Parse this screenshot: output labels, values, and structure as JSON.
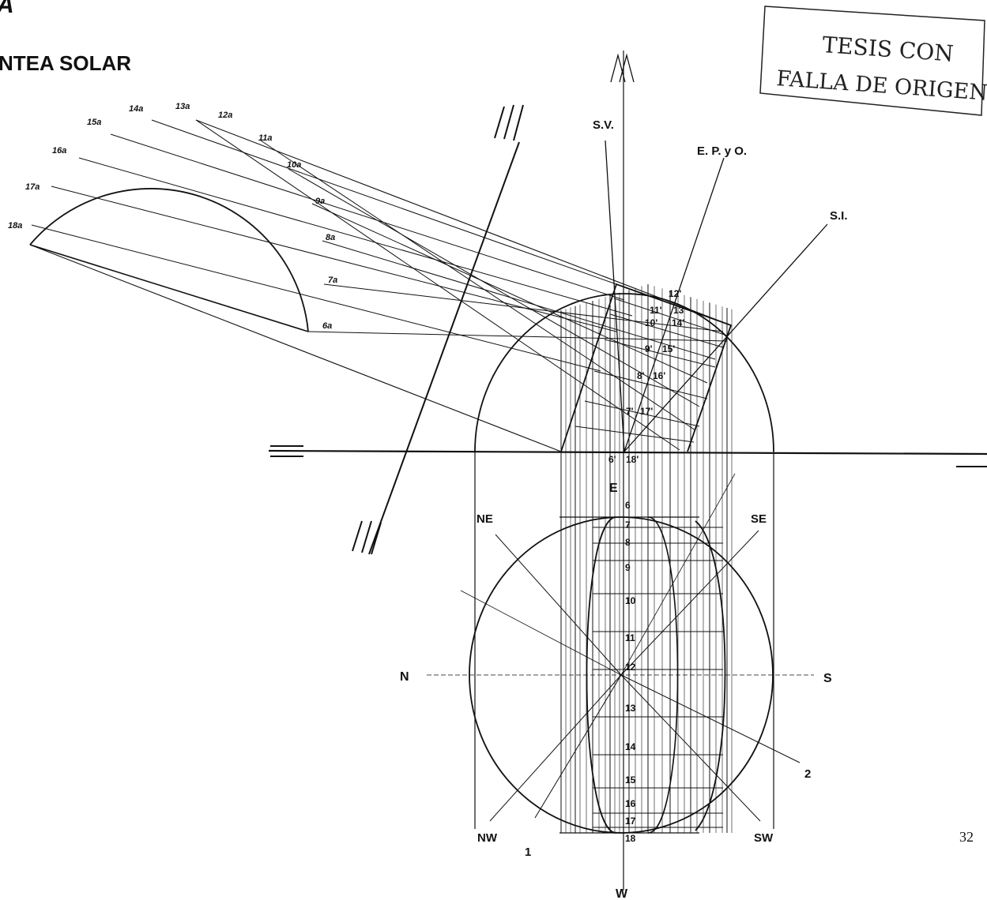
{
  "header": {
    "letter": "A",
    "title": "NTEA SOLAR"
  },
  "stamp": {
    "line1": "TESIS CON",
    "line2": "FALLA DE ORIGEN"
  },
  "page_number": "32",
  "top_arrow": "∧∧",
  "ground_marks": {
    "left": "=",
    "right": "="
  },
  "plane_marks": {
    "upper": "///",
    "lower": "///"
  },
  "line_labels": {
    "sv": "S.V.",
    "epo": "E. P. y O.",
    "si": "S.I."
  },
  "compass": {
    "n": "N",
    "s": "S",
    "e": "E",
    "w": "W",
    "ne": "NE",
    "se": "SE",
    "nw": "NW",
    "sw": "SW"
  },
  "directions": {
    "one": "1",
    "two": "2"
  },
  "hours_a": [
    "6a",
    "7a",
    "8a",
    "9a",
    "10a",
    "11a",
    "12a",
    "13a",
    "14a",
    "15a",
    "16a",
    "17a",
    "18a"
  ],
  "hours_prime": [
    "12'",
    "11'",
    "13'",
    "10'",
    "14'",
    "9'",
    "15'",
    "8'",
    "16'",
    "7'",
    "17'",
    "6'",
    "18'"
  ],
  "hours_plan": [
    "6",
    "7",
    "8",
    "9",
    "10",
    "11",
    "12",
    "13",
    "14",
    "15",
    "16",
    "17",
    "18"
  ]
}
